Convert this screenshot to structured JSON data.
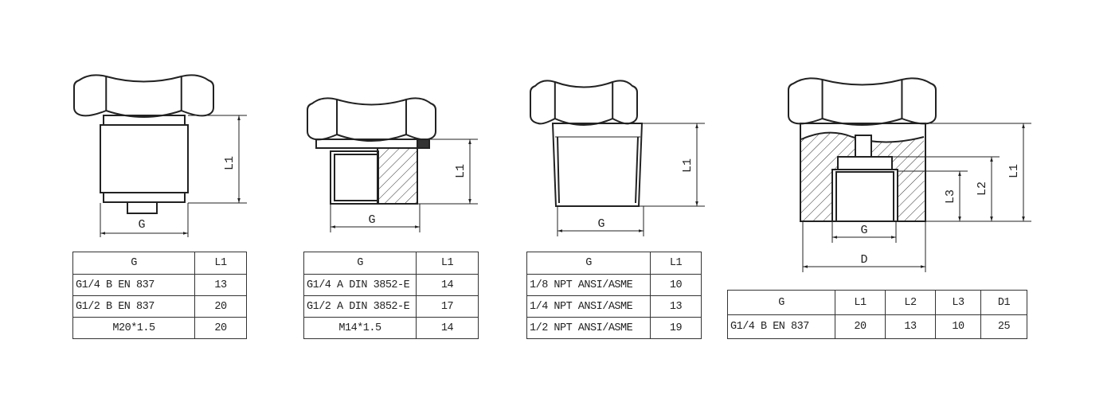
{
  "drawings": [
    {
      "dims": {
        "length": "L1",
        "thread": "G"
      }
    },
    {
      "dims": {
        "length": "L1",
        "thread": "G"
      }
    },
    {
      "dims": {
        "length": "L1",
        "thread": "G"
      }
    },
    {
      "dims": {
        "length_1": "L1",
        "length_2": "L2",
        "length_3": "L3",
        "thread": "G",
        "diameter": "D"
      }
    }
  ],
  "tables": [
    {
      "headers": [
        "G",
        "L1"
      ],
      "rows": [
        [
          "G1/4 B EN 837",
          "13"
        ],
        [
          "G1/2 B EN 837",
          "20"
        ],
        [
          "M20*1.5",
          "20"
        ]
      ]
    },
    {
      "headers": [
        "G",
        "L1"
      ],
      "rows": [
        [
          "G1/4 A DIN 3852-E",
          "14"
        ],
        [
          "G1/2 A DIN 3852-E",
          "17"
        ],
        [
          "M14*1.5",
          "14"
        ]
      ]
    },
    {
      "headers": [
        "G",
        "L1"
      ],
      "rows": [
        [
          "1/8 NPT ANSI/ASME",
          "10"
        ],
        [
          "1/4 NPT ANSI/ASME",
          "13"
        ],
        [
          "1/2 NPT ANSI/ASME",
          "19"
        ]
      ]
    },
    {
      "headers": [
        "G",
        "L1",
        "L2",
        "L3",
        "D1"
      ],
      "rows": [
        [
          "G1/4 B EN 837",
          "20",
          "13",
          "10",
          "25"
        ]
      ]
    }
  ]
}
